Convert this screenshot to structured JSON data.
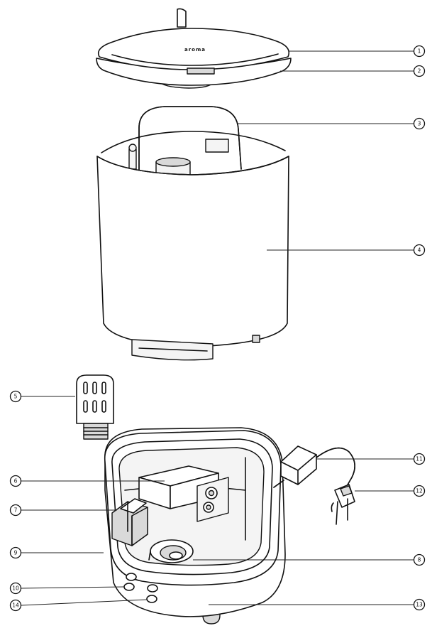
{
  "logo_text": "aroma",
  "callouts": [
    {
      "id": "1",
      "label": "1"
    },
    {
      "id": "2",
      "label": "2"
    },
    {
      "id": "3",
      "label": "3"
    },
    {
      "id": "4",
      "label": "4"
    },
    {
      "id": "5",
      "label": "5"
    },
    {
      "id": "6",
      "label": "6"
    },
    {
      "id": "7",
      "label": "7"
    },
    {
      "id": "8",
      "label": "8"
    },
    {
      "id": "9",
      "label": "9"
    },
    {
      "id": "10",
      "label": "10"
    },
    {
      "id": "11",
      "label": "11"
    },
    {
      "id": "12",
      "label": "12"
    },
    {
      "id": "13",
      "label": "13"
    },
    {
      "id": "14",
      "label": "14"
    }
  ]
}
